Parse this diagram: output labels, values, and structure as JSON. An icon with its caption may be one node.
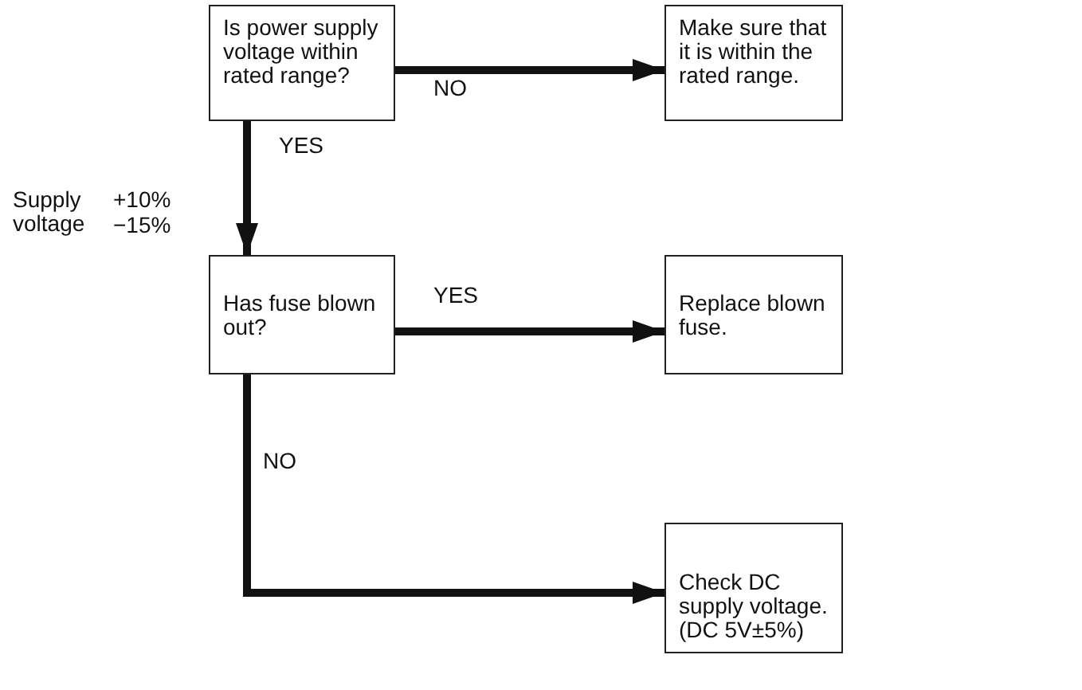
{
  "diagram": {
    "nodes": [
      {
        "text": [
          "Is power supply voltage within rated range?"
        ]
      },
      {
        "text": [
          "Make sure that it is within the rated range."
        ]
      },
      {
        "text": [
          "Has fuse blown out?"
        ]
      },
      {
        "text": [
          "Replace blown fuse."
        ]
      },
      {
        "text": [
          "Check DC supply voltage. (DC 5V±5%)"
        ]
      }
    ],
    "edges": [
      {
        "from": 0,
        "to": 1,
        "arrow": "to",
        "label": "NO"
      },
      {
        "from": 0,
        "to": 2,
        "arrow": "to",
        "label": "YES"
      },
      {
        "from": 2,
        "to": 3,
        "arrow": "to",
        "label": "YES"
      },
      {
        "from": 2,
        "to": 4,
        "arrow": "to",
        "label": "NO"
      }
    ],
    "labels": [
      "Supply voltage",
      "+10%",
      "−15%"
    ]
  }
}
